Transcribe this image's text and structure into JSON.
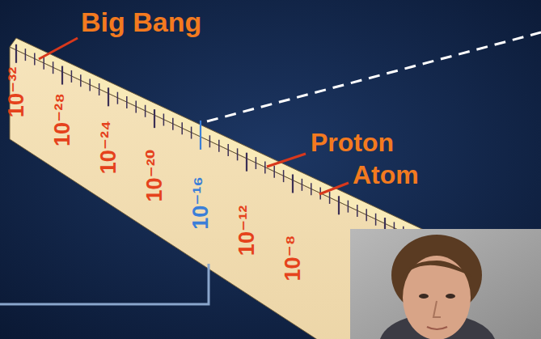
{
  "diagram": {
    "labels": [
      "Big Bang",
      "Proton",
      "Atom",
      "10⁻³²",
      "10⁻²⁸",
      "10⁻²⁴",
      "10⁻²⁰",
      "10⁻¹⁶",
      "10⁻¹²",
      "10⁻⁸"
    ]
  }
}
